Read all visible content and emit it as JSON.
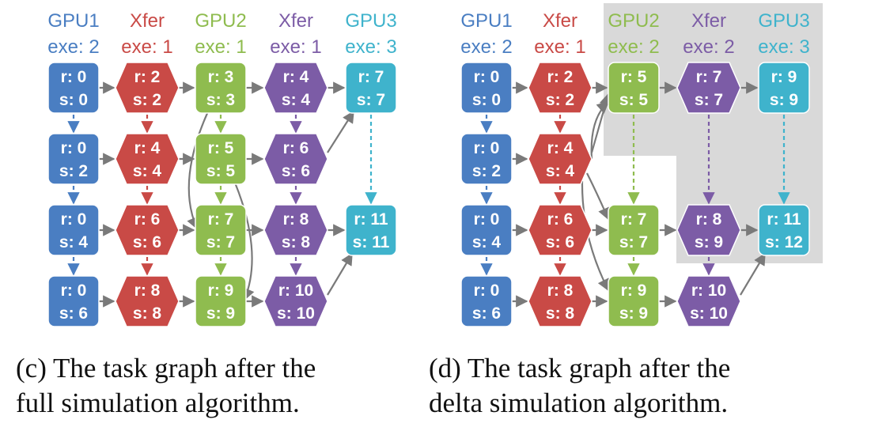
{
  "colors": {
    "gpu1": "#4a7ec2",
    "xfer_red": "#c94a46",
    "gpu2": "#8fbc4f",
    "xfer_purple": "#7c5ca6",
    "gpu3": "#3fb3cc",
    "edge": "#7a7a7a",
    "highlight": "#d9d9d9"
  },
  "panels": [
    {
      "id": "c",
      "columns": [
        {
          "name": "GPU1",
          "exe": "exe: 2",
          "kind": "gpu",
          "color": "gpu1"
        },
        {
          "name": "Xfer",
          "exe": "exe: 1",
          "kind": "xfer",
          "color": "xfer_red"
        },
        {
          "name": "GPU2",
          "exe": "exe: 1",
          "kind": "gpu",
          "color": "gpu2"
        },
        {
          "name": "Xfer",
          "exe": "exe: 1",
          "kind": "xfer",
          "color": "xfer_purple"
        },
        {
          "name": "GPU3",
          "exe": "exe: 3",
          "kind": "gpu",
          "color": "gpu3"
        }
      ],
      "nodes": [
        [
          {
            "r": "r: 0",
            "s": "s: 0"
          },
          {
            "r": "r: 0",
            "s": "s: 2"
          },
          {
            "r": "r: 0",
            "s": "s: 4"
          },
          {
            "r": "r: 0",
            "s": "s: 6"
          }
        ],
        [
          {
            "r": "r: 2",
            "s": "s: 2"
          },
          {
            "r": "r: 4",
            "s": "s: 4"
          },
          {
            "r": "r: 6",
            "s": "s: 6"
          },
          {
            "r": "r: 8",
            "s": "s: 8"
          }
        ],
        [
          {
            "r": "r: 3",
            "s": "s: 3"
          },
          {
            "r": "r: 5",
            "s": "s: 5"
          },
          {
            "r": "r: 7",
            "s": "s: 7"
          },
          {
            "r": "r: 9",
            "s": "s: 9"
          }
        ],
        [
          {
            "r": "r: 4",
            "s": "s: 4"
          },
          {
            "r": "r: 6",
            "s": "s: 6"
          },
          {
            "r": "r: 8",
            "s": "s: 8"
          },
          {
            "r": "r: 10",
            "s": "s: 10"
          }
        ],
        [
          {
            "r": "r: 7",
            "s": "s: 7"
          },
          null,
          {
            "r": "r: 11",
            "s": "s: 11"
          },
          null
        ]
      ],
      "caption_line1": "(c) The task graph after the",
      "caption_line2": "full simulation algorithm."
    },
    {
      "id": "d",
      "columns": [
        {
          "name": "GPU1",
          "exe": "exe: 2",
          "kind": "gpu",
          "color": "gpu1"
        },
        {
          "name": "Xfer",
          "exe": "exe: 1",
          "kind": "xfer",
          "color": "xfer_red"
        },
        {
          "name": "GPU2",
          "exe": "exe: 2",
          "kind": "gpu",
          "color": "gpu2"
        },
        {
          "name": "Xfer",
          "exe": "exe: 2",
          "kind": "xfer",
          "color": "xfer_purple"
        },
        {
          "name": "GPU3",
          "exe": "exe: 3",
          "kind": "gpu",
          "color": "gpu3"
        }
      ],
      "nodes": [
        [
          {
            "r": "r: 0",
            "s": "s: 0"
          },
          {
            "r": "r: 0",
            "s": "s: 2"
          },
          {
            "r": "r: 0",
            "s": "s: 4"
          },
          {
            "r": "r: 0",
            "s": "s: 6"
          }
        ],
        [
          {
            "r": "r: 2",
            "s": "s: 2"
          },
          {
            "r": "r: 4",
            "s": "s: 4"
          },
          {
            "r": "r: 6",
            "s": "s: 6"
          },
          {
            "r": "r: 8",
            "s": "s: 8"
          }
        ],
        [
          {
            "r": "r: 5",
            "s": "s: 5"
          },
          null,
          {
            "r": "r: 7",
            "s": "s: 7"
          },
          {
            "r": "r: 9",
            "s": "s: 9"
          }
        ],
        [
          {
            "r": "r: 7",
            "s": "s: 7"
          },
          null,
          {
            "r": "r: 8",
            "s": "s: 9"
          },
          {
            "r": "r: 10",
            "s": "s: 10"
          }
        ],
        [
          {
            "r": "r: 9",
            "s": "s: 9"
          },
          null,
          {
            "r": "r: 11",
            "s": "s: 12"
          },
          null
        ]
      ],
      "caption_line1": "(d) The task graph after the",
      "caption_line2": "delta simulation algorithm."
    }
  ]
}
